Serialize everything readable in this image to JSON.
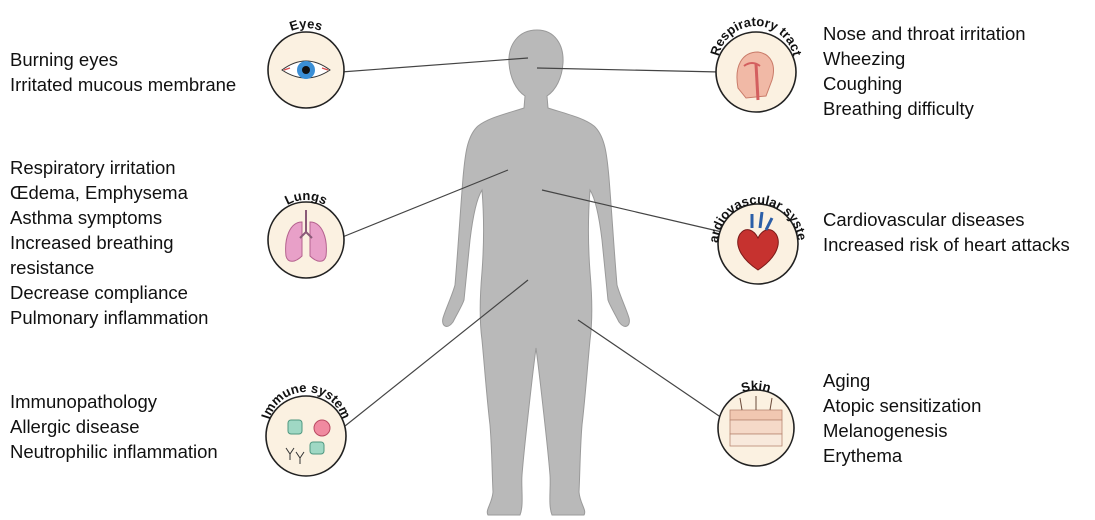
{
  "organs": {
    "eyes": {
      "title": "Eyes",
      "effects": [
        "Burning eyes",
        "Irritated mucous membrane"
      ]
    },
    "respiratory": {
      "title": "Respiratory tract",
      "effects": [
        "Nose and throat irritation",
        "Wheezing",
        "Coughing",
        "Breathing difficulty"
      ]
    },
    "lungs": {
      "title": "Lungs",
      "effects": [
        "Respiratory irritation",
        "Œdema, Emphysema",
        "Asthma symptoms",
        "Increased breathing",
        "resistance",
        "Decrease compliance",
        "Pulmonary inflammation"
      ]
    },
    "cardio": {
      "title": "Cardiovascular system",
      "effects": [
        "Cardiovascular diseases",
        "Increased risk of heart attacks"
      ]
    },
    "immune": {
      "title": "Immune system",
      "effects": [
        "Immunopathology",
        "Allergic disease",
        "Neutrophilic inflammation"
      ]
    },
    "skin": {
      "title": "Skin",
      "effects": [
        "Aging",
        "Atopic sensitization",
        "Melanogenesis",
        "Erythema"
      ]
    }
  },
  "colors": {
    "body_silhouette": "#b9b9b9",
    "circle_fill": "#fbf1e1",
    "circle_stroke": "#222222",
    "connector": "#444444",
    "text": "#111111"
  }
}
